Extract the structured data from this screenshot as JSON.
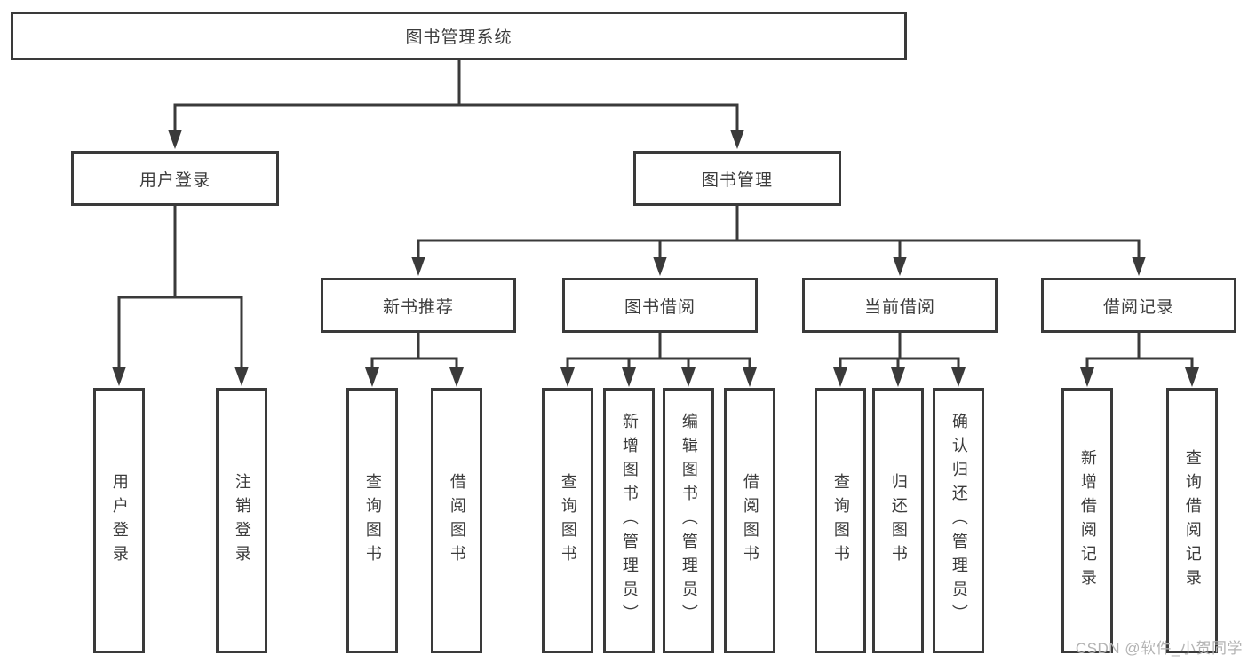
{
  "tree": {
    "root": {
      "label": "图书管理系统"
    },
    "branches": [
      {
        "label": "用户登录",
        "children": [
          {
            "label": "用户登录"
          },
          {
            "label": "注销登录"
          }
        ]
      },
      {
        "label": "图书管理",
        "children": [
          {
            "label": "新书推荐",
            "children": [
              {
                "label": "查询图书"
              },
              {
                "label": "借阅图书"
              }
            ]
          },
          {
            "label": "图书借阅",
            "children": [
              {
                "label": "查询图书"
              },
              {
                "label": "新增图书（管理员）"
              },
              {
                "label": "编辑图书（管理员）"
              },
              {
                "label": "借阅图书"
              }
            ]
          },
          {
            "label": "当前借阅",
            "children": [
              {
                "label": "查询图书"
              },
              {
                "label": "归还图书"
              },
              {
                "label": "确认归还（管理员）"
              }
            ]
          },
          {
            "label": "借阅记录",
            "children": [
              {
                "label": "新增借阅记录"
              },
              {
                "label": "查询借阅记录"
              }
            ]
          }
        ]
      }
    ]
  },
  "colors": {
    "line": "#3a3a3a",
    "text": "#3c3c3c",
    "background": "#ffffff",
    "watermark": "#b3b3b3"
  },
  "watermark": {
    "text": "CSDN @软件_小贺同学"
  }
}
